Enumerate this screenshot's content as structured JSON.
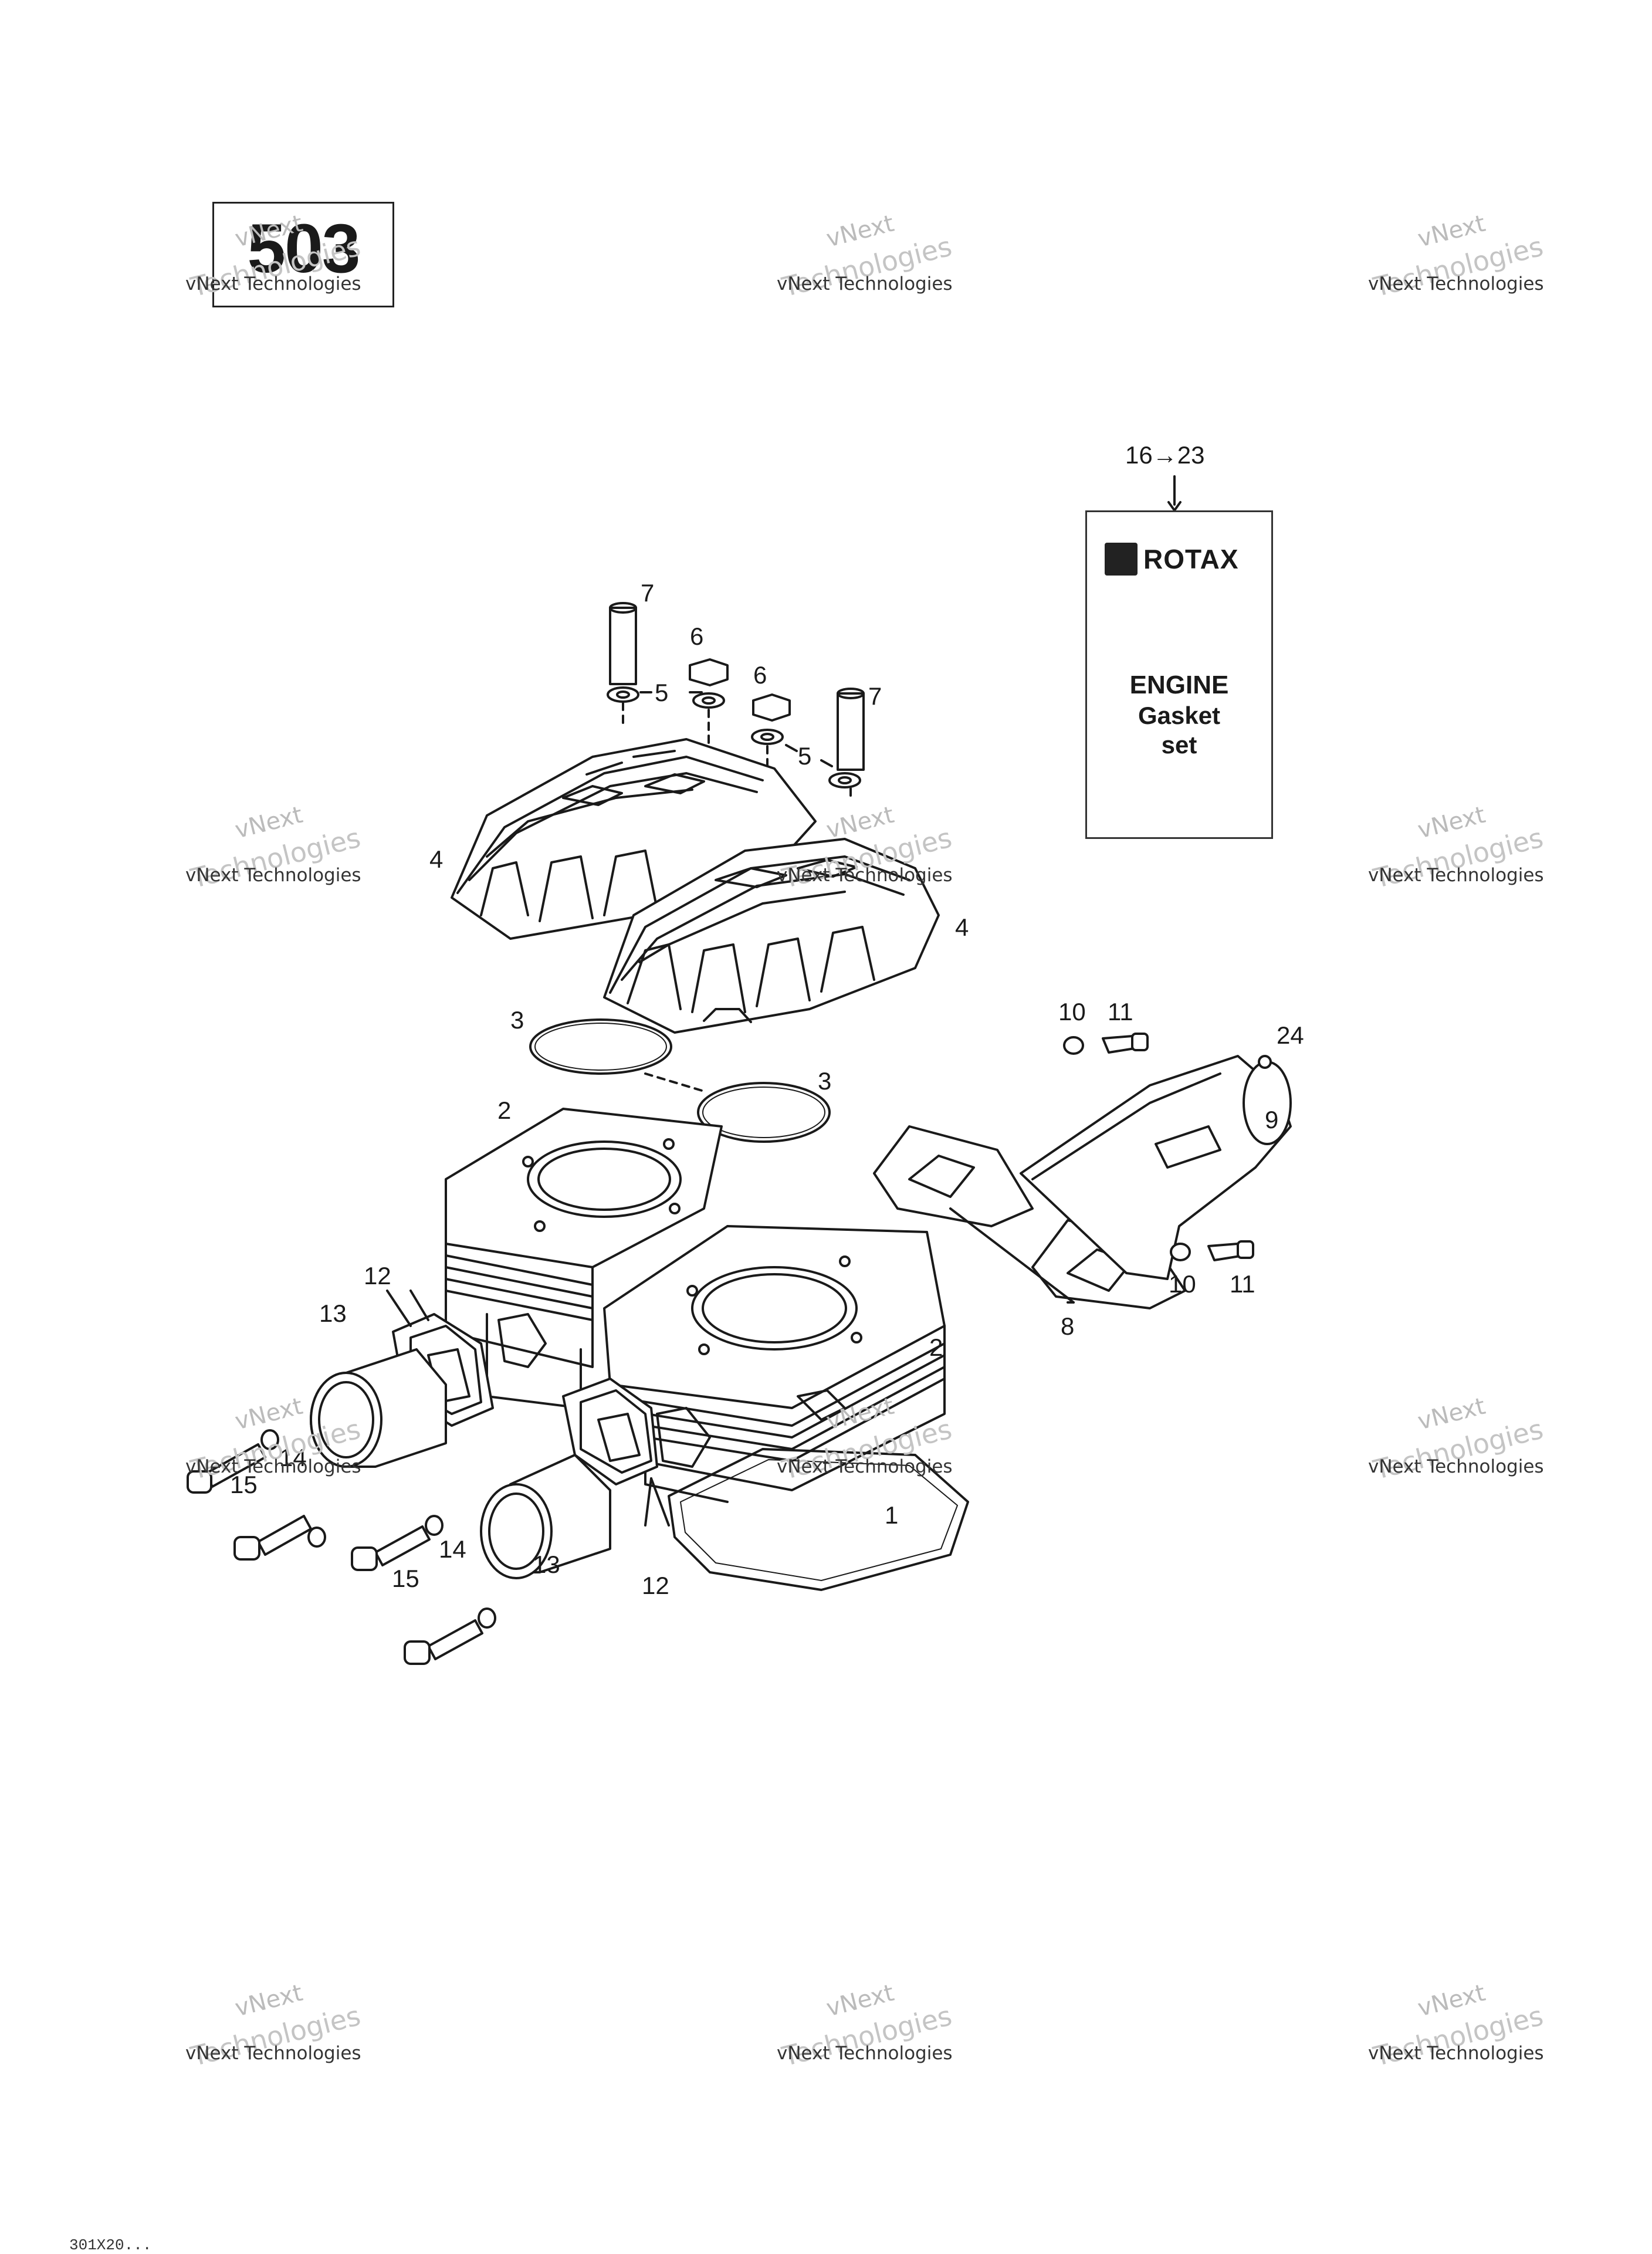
{
  "engine_model": "503",
  "watermark": {
    "line1": "vNext",
    "line2": "Technologies",
    "line3": "vNext Technologies"
  },
  "kit": {
    "reference": "16→23",
    "brand": "ROTAX",
    "title": "ENGINE",
    "subtitle": "Gasket",
    "subtitle2": "set"
  },
  "callouts": {
    "c1": "1",
    "c2a": "2",
    "c2b": "2",
    "c3a": "3",
    "c3b": "3",
    "c4a": "4",
    "c4b": "4",
    "c5a": "5",
    "c5b": "5",
    "c6a": "6",
    "c6b": "6",
    "c7a": "7",
    "c7b": "7",
    "c8": "8",
    "c9": "9",
    "c10a": "10",
    "c10b": "10",
    "c11a": "11",
    "c11b": "11",
    "c12a": "12",
    "c12b": "12",
    "c13a": "13",
    "c13b": "13",
    "c14a": "14",
    "c14b": "14",
    "c15a": "15",
    "c15b": "15",
    "c24": "24"
  },
  "footer_code": "301X20..."
}
